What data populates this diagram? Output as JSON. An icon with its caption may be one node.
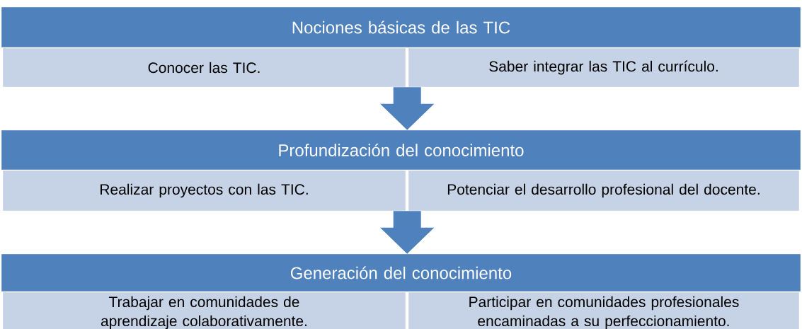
{
  "diagram": {
    "nodes": [
      {
        "text": [
          "Nociones básicas de las TIC"
        ]
      },
      {
        "text": [
          "Conocer las TIC."
        ]
      },
      {
        "text": [
          "Saber integrar las TIC al currículo."
        ]
      },
      {
        "text": [
          "Profundización del conocimiento"
        ]
      },
      {
        "text": [
          "Realizar proyectos con las TIC."
        ]
      },
      {
        "text": [
          "Potenciar el desarrollo profesional del docente."
        ]
      },
      {
        "text": [
          "Generación del conocimiento"
        ]
      },
      {
        "text": [
          "Trabajar en comunidades de aprendizaje colaborativamente."
        ]
      },
      {
        "text": [
          "Participar en comunidades profesionales encaminadas a su perfeccionamiento."
        ]
      }
    ],
    "edges": [
      {
        "from": 1,
        "to": 3,
        "arrow": "to"
      },
      {
        "from": 4,
        "to": 6,
        "arrow": "to"
      }
    ]
  }
}
